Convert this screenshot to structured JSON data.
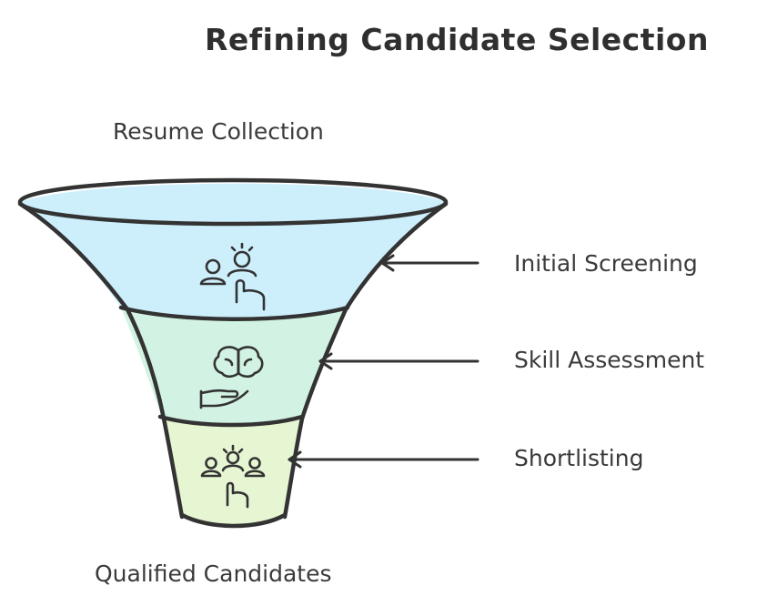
{
  "title": "Refining Candidate Selection",
  "top_label": "Resume Collection",
  "bottom_label": "Qualified Candidates",
  "stages": [
    {
      "label": "Initial Screening",
      "icon": "person-selection-icon",
      "color": "#cdeffc"
    },
    {
      "label": "Skill Assessment",
      "icon": "brain-hand-icon",
      "color": "#d2f3e3"
    },
    {
      "label": "Shortlisting",
      "icon": "group-selection-icon",
      "color": "#e6f5d2"
    }
  ]
}
